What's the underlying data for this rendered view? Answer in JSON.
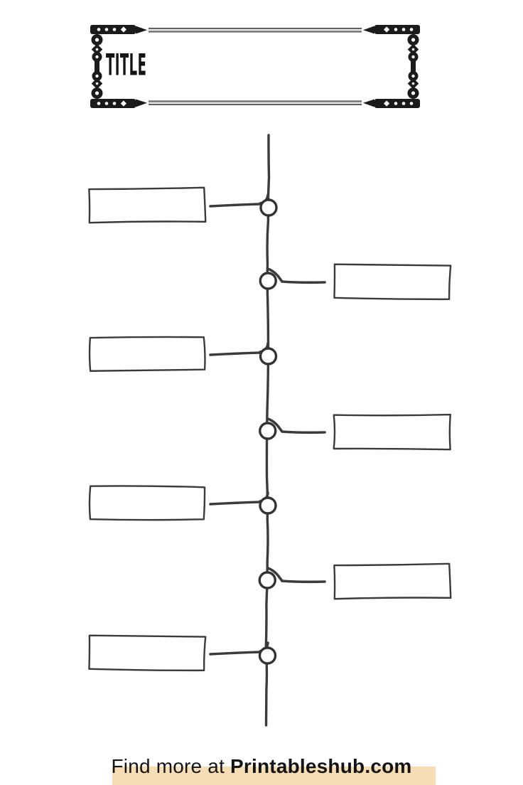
{
  "header": {
    "title": "TITLE"
  },
  "timeline": {
    "orientation": "vertical",
    "nodes": [
      {
        "side": "left",
        "label": ""
      },
      {
        "side": "right",
        "label": ""
      },
      {
        "side": "left",
        "label": ""
      },
      {
        "side": "right",
        "label": ""
      },
      {
        "side": "left",
        "label": ""
      },
      {
        "side": "right",
        "label": ""
      },
      {
        "side": "left",
        "label": ""
      }
    ]
  },
  "footer": {
    "text_prefix": "Find more at ",
    "brand": "Printableshub.com"
  },
  "colors": {
    "background": "#ffffff",
    "ink": "#141414",
    "line": "#3b3b3b",
    "ornament": "#1b1b1b",
    "rule": "#4a4a4a",
    "highlight": "#f6ddb5"
  }
}
